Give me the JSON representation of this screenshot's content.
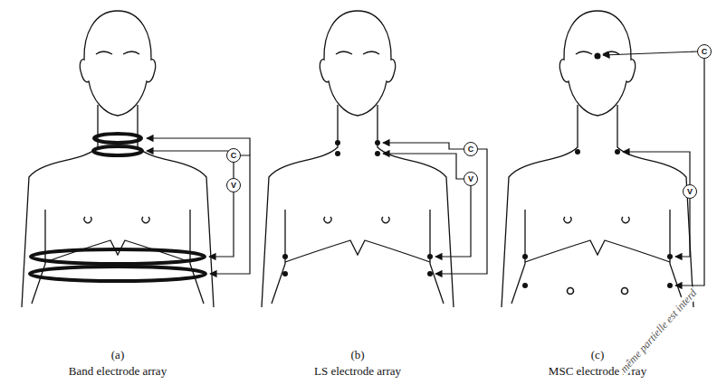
{
  "diagram": {
    "nodes": [
      {
        "text": [
          "C"
        ]
      },
      {
        "text": [
          "V"
        ]
      },
      {
        "text": [
          "C"
        ]
      },
      {
        "text": [
          "V"
        ]
      },
      {
        "text": [
          "C"
        ]
      },
      {
        "text": [
          "V"
        ]
      }
    ],
    "labels": [
      "(a)",
      "Band electrode array",
      "(b)",
      "LS electrode array",
      "(c)",
      "MSC electrode array",
      "même partielle est interd"
    ]
  }
}
